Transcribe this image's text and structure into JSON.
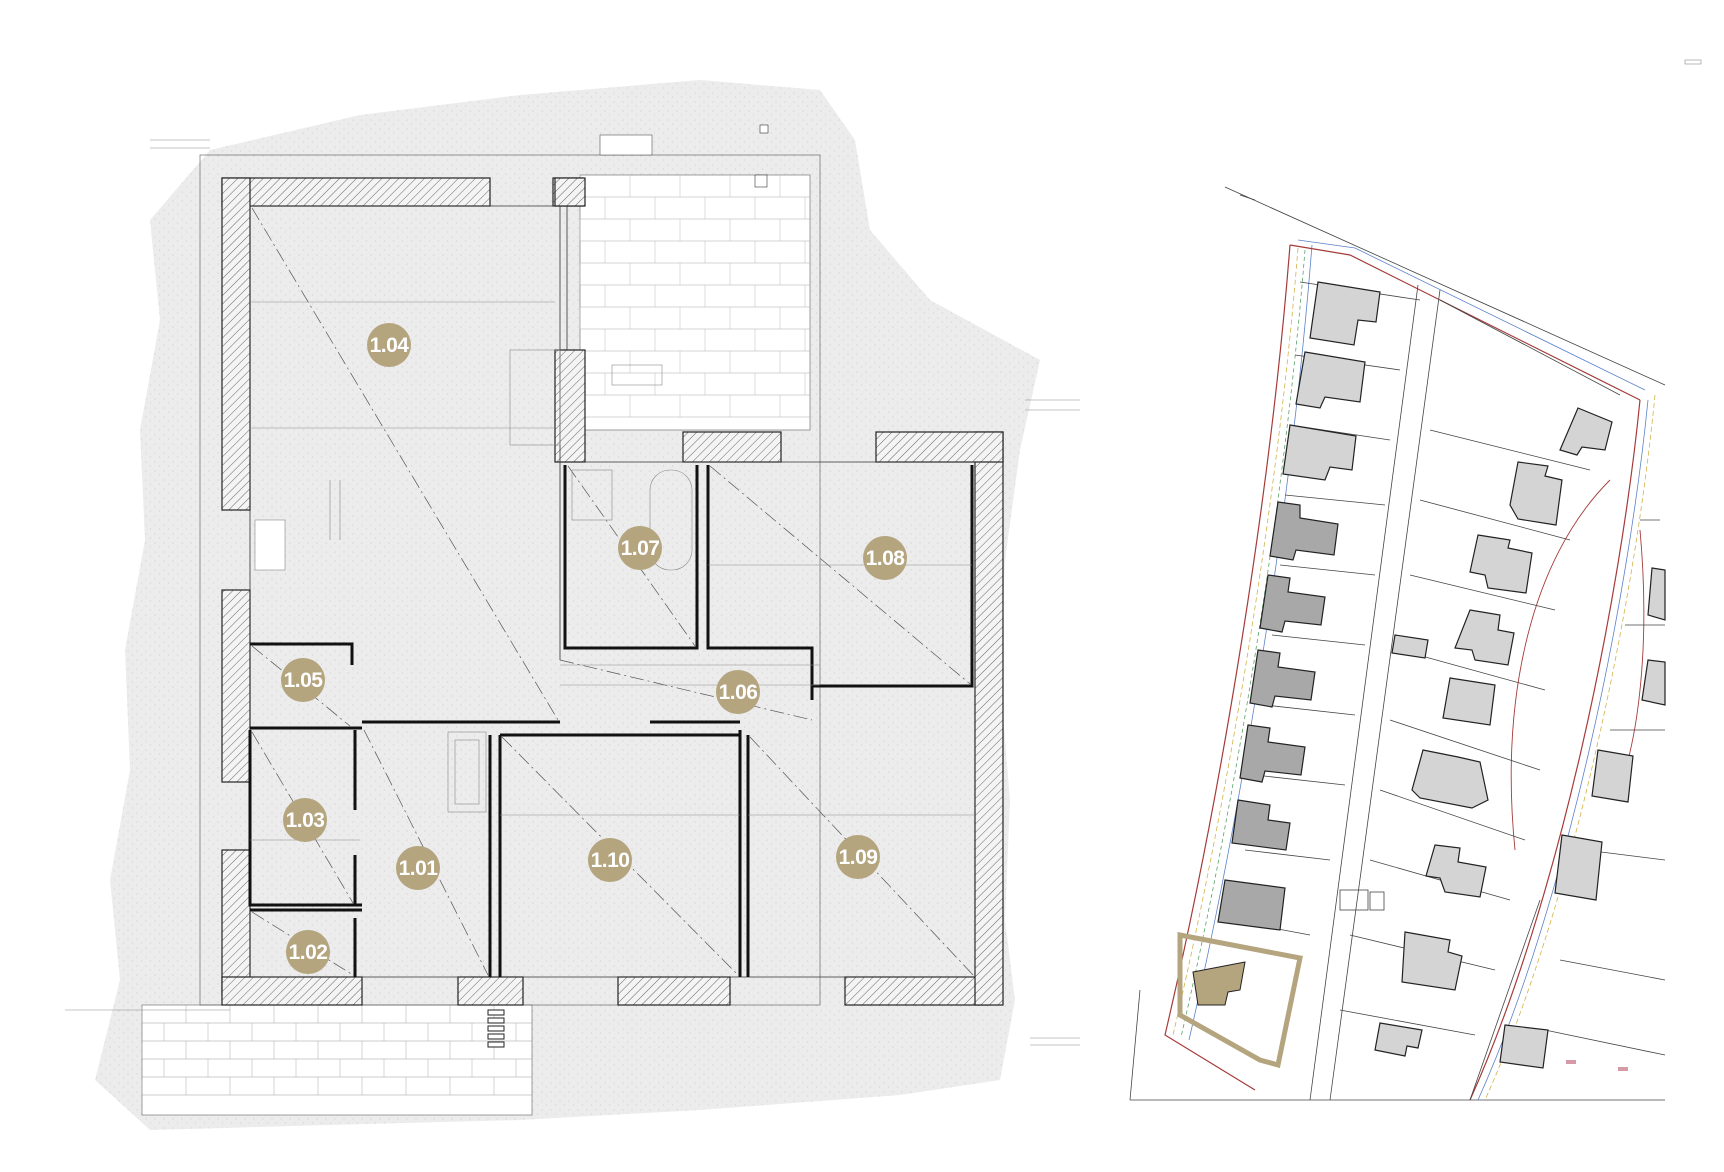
{
  "floor_plan": {
    "rooms": [
      {
        "id": "1.01",
        "label": "1.01"
      },
      {
        "id": "1.02",
        "label": "1.02"
      },
      {
        "id": "1.03",
        "label": "1.03"
      },
      {
        "id": "1.04",
        "label": "1.04"
      },
      {
        "id": "1.05",
        "label": "1.05"
      },
      {
        "id": "1.06",
        "label": "1.06"
      },
      {
        "id": "1.07",
        "label": "1.07"
      },
      {
        "id": "1.08",
        "label": "1.08"
      },
      {
        "id": "1.09",
        "label": "1.09"
      },
      {
        "id": "1.10",
        "label": "1.10"
      }
    ],
    "label_color": "#b4a57f"
  },
  "site_plan": {
    "highlight_color": "#b4a57f",
    "house_dark_color": "#a8a8a8",
    "house_light_color": "#d4d4d4"
  },
  "colors": {
    "terrain": "#ececec",
    "wall_hatch": "#444444",
    "line": "#222222"
  }
}
